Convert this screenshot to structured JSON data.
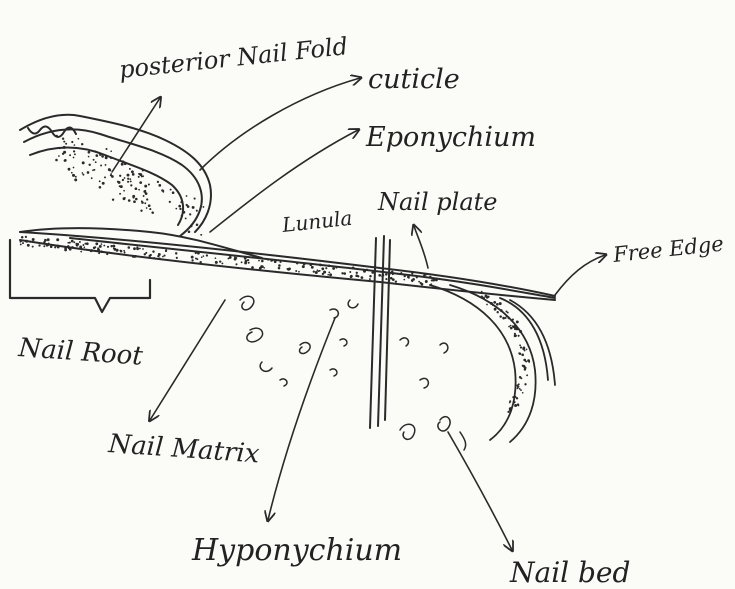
{
  "labels": {
    "posterior_nail_fold": "posterior Nail Fold",
    "cuticle": "cuticle",
    "eponychium": "Eponychium",
    "nail_plate": "Nail plate",
    "lunula": "Lunula",
    "free_edge": "Free Edge",
    "nail_root": "Nail Root",
    "nail_matrix": "Nail Matrix",
    "hyponychium": "Hyponychium",
    "nail_bed": "Nail bed"
  },
  "colors": {
    "ink": "#2a2a2a",
    "paper": "#fbfbf8"
  }
}
